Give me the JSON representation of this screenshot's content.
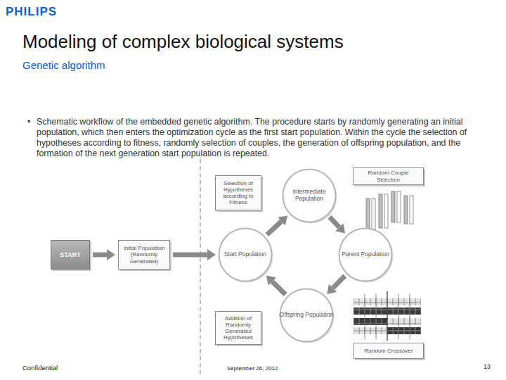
{
  "diagram": {
    "title": "Modeling of complex biological systems",
    "nodes": [
      {
        "text": [
          "Selection of Hypotheses according to Fitness"
        ]
      },
      {
        "text": [
          "Intermediate Population"
        ]
      },
      {
        "text": [
          "Random Couple Selection"
        ]
      },
      {
        "text": [
          "START"
        ]
      },
      {
        "text": [
          "Initial Population (Randomly Generated)"
        ]
      },
      {
        "text": [
          "Start Population"
        ]
      },
      {
        "text": [
          "Parent Population"
        ]
      },
      {
        "text": [
          "Addition of Randomly Generated Hypotheses"
        ]
      },
      {
        "text": [
          "Offspring Population"
        ]
      },
      {
        "text": [
          "Random Crossover"
        ]
      }
    ],
    "edges": [
      {
        "from": 3,
        "to": 4,
        "arrow": "to"
      },
      {
        "from": 4,
        "to": 5,
        "arrow": "to"
      },
      {
        "from": 5,
        "to": 1,
        "arrow": "to"
      },
      {
        "from": 1,
        "to": 6,
        "arrow": "to"
      },
      {
        "from": 6,
        "to": 8,
        "arrow": "to"
      },
      {
        "from": 8,
        "to": 5,
        "arrow": "to"
      }
    ],
    "labels": [
      "PHILIPS",
      "Genetic algorithm",
      "•",
      "Schematic workflow of the embedded genetic algorithm. The procedure starts by randomly generating an initial population, which then enters the optimization cycle as the first start population. Within the cycle the selection of hypotheses according to fitness, randomly selection of couples, the generation of offspring population, and the formation of the next generation start population is repeated.",
      "Confidential",
      "September 26, 2012",
      "13"
    ]
  }
}
